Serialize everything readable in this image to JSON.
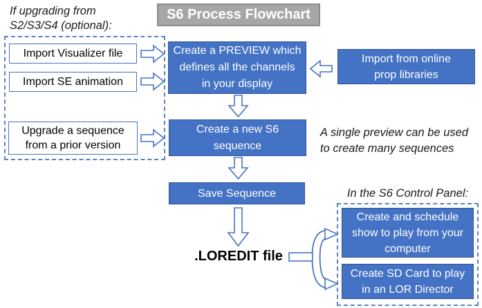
{
  "title": "S6 Process Flowchart",
  "upgrade_note": "If upgrading from\nS2/S3/S4 (optional):",
  "left_group": {
    "items": [
      "Import Visualizer file",
      "Import SE animation",
      "Upgrade a sequence\nfrom a prior version"
    ]
  },
  "flow": {
    "preview_box": "Create a PREVIEW which\ndefines all the channels\nin your display",
    "online_box": "Import from online\nprop libraries",
    "sequence_box": "Create a new S6\nsequence",
    "preview_note": "A single preview can be used\nto create many sequences",
    "save_box": "Save Sequence",
    "loredit_label": ".LOREDIT file"
  },
  "control_panel": {
    "heading": "In the S6 Control Panel:",
    "items": [
      "Create and schedule\nshow to play from your\ncomputer",
      "Create SD Card to play\nin an LOR Director"
    ]
  },
  "icons": {
    "flow-arrow-right": "hollow block arrow pointing right",
    "flow-arrow-left": "hollow block arrow pointing left",
    "flow-arrow-down": "hollow block arrow pointing down",
    "flow-fork-arrow": "hollow arrow splitting into two right-pointing branches"
  },
  "colors": {
    "accent_blue": "#4472C4",
    "accent_blue_dark": "#2F528F",
    "gray_fill": "#A6A6A6",
    "gray_border": "#8C8C8C",
    "dashed_border": "#5B80C7"
  }
}
